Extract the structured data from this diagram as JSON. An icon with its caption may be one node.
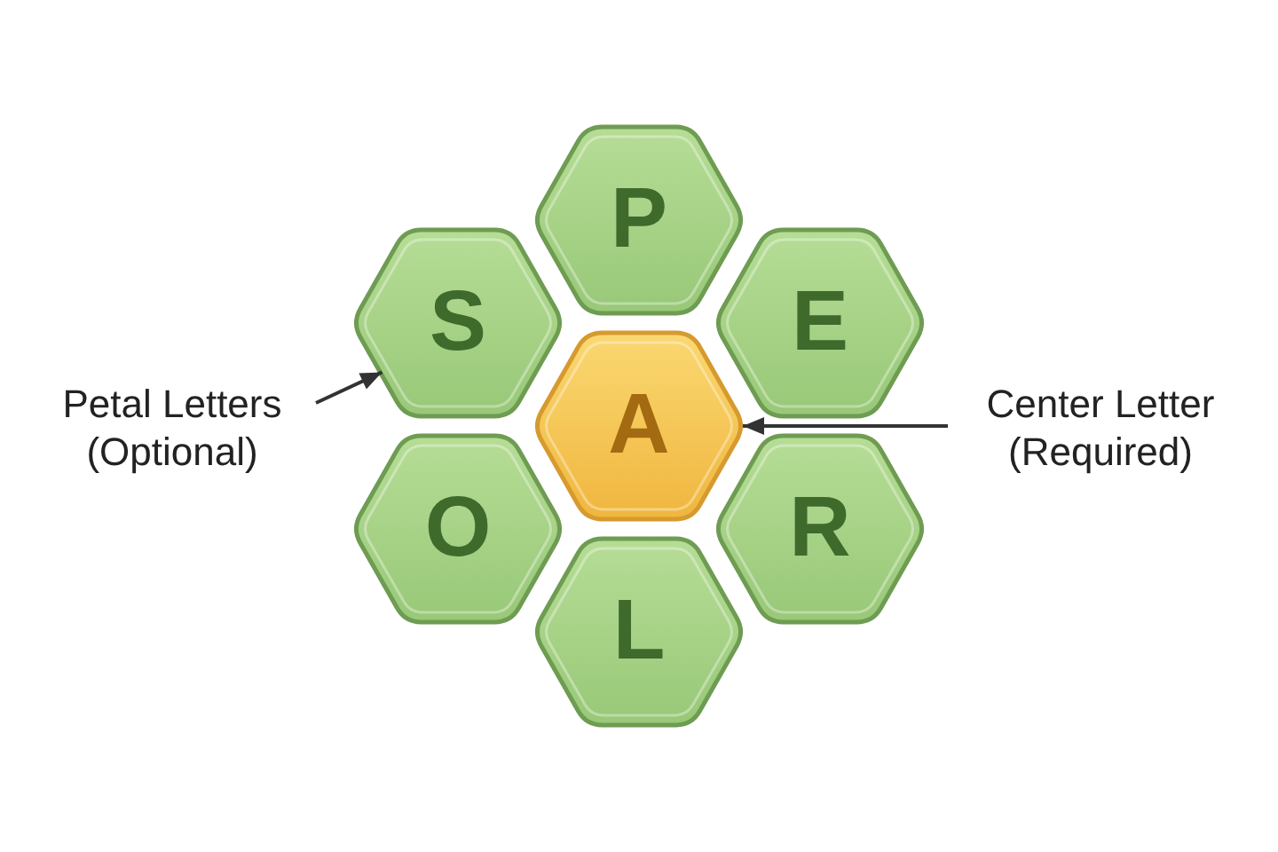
{
  "diagram": {
    "nodes": [
      {
        "text": [
          "P"
        ]
      },
      {
        "text": [
          "S"
        ]
      },
      {
        "text": [
          "E"
        ]
      },
      {
        "text": [
          "Petal Letters (Optional)"
        ]
      },
      {
        "text": [
          "A"
        ]
      },
      {
        "text": [
          "Center Letter (Required)"
        ]
      },
      {
        "text": [
          "O"
        ]
      },
      {
        "text": [
          "R"
        ]
      },
      {
        "text": [
          "L"
        ]
      }
    ],
    "edges": [
      {
        "from": 3,
        "to": 1,
        "arrow": "to"
      },
      {
        "from": 5,
        "to": 4,
        "arrow": "to"
      }
    ]
  }
}
